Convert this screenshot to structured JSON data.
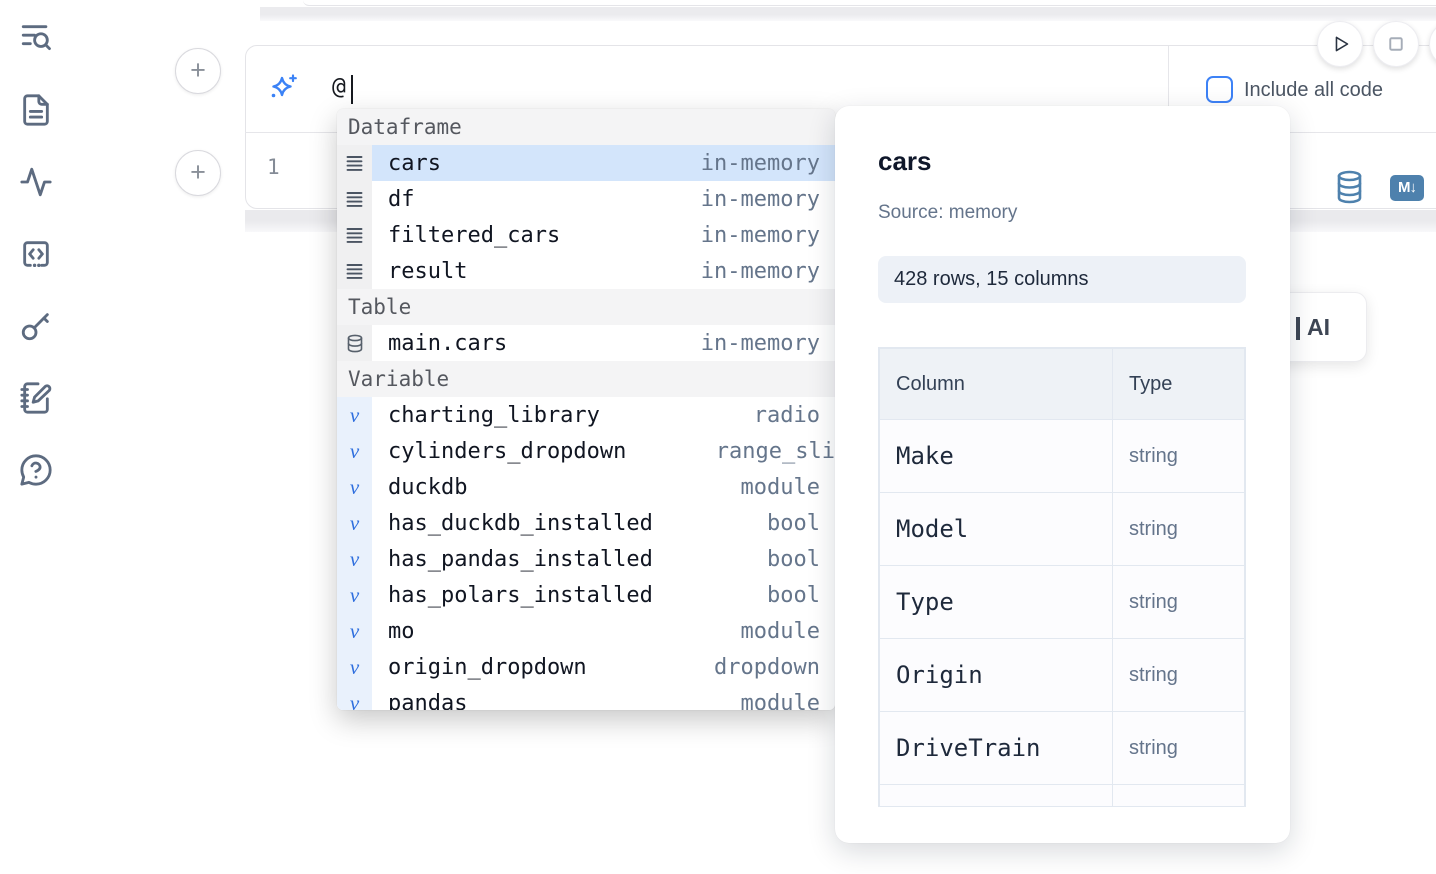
{
  "colors": {
    "accent": "#3b82f6",
    "steel_blue": "#4e81ad",
    "selection_bg": "#d3e5fb",
    "checkbox_border": "#3d82f6"
  },
  "sidebar": {
    "icons": [
      "list-search-icon",
      "document-icon",
      "activity-icon",
      "code-block-icon",
      "key-icon",
      "notebook-pen-icon",
      "help-chat-icon"
    ]
  },
  "prompt_bar": {
    "value": "@",
    "checkbox_label": "Include all code",
    "checkbox_checked": false
  },
  "run_controls": {
    "buttons": [
      "run-button",
      "stop-button",
      "more-button"
    ]
  },
  "editor": {
    "line_number": "1"
  },
  "cell_toolbar": {
    "markdown_badge": "M↓",
    "icons": [
      "database-icon",
      "markdown-icon"
    ]
  },
  "ai_popover": {
    "visible_label": "AI"
  },
  "completion": {
    "sections": [
      {
        "label": "Dataframe",
        "items": [
          {
            "icon": "dataframe-rows-icon",
            "label": "cars",
            "detail": "in-memory",
            "selected": true
          },
          {
            "icon": "dataframe-rows-icon",
            "label": "df",
            "detail": "in-memory",
            "selected": false
          },
          {
            "icon": "dataframe-rows-icon",
            "label": "filtered_cars",
            "detail": "in-memory",
            "selected": false
          },
          {
            "icon": "dataframe-rows-icon",
            "label": "result",
            "detail": "in-memory",
            "selected": false
          }
        ]
      },
      {
        "label": "Table",
        "items": [
          {
            "icon": "database-icon",
            "label": "main.cars",
            "detail": "in-memory",
            "selected": false
          }
        ]
      },
      {
        "label": "Variable",
        "items": [
          {
            "icon": "variable-icon",
            "label": "charting_library",
            "detail": "radio",
            "selected": false
          },
          {
            "icon": "variable-icon",
            "label": "cylinders_dropdown",
            "detail": "range_sli",
            "selected": false
          },
          {
            "icon": "variable-icon",
            "label": "duckdb",
            "detail": "module",
            "selected": false
          },
          {
            "icon": "variable-icon",
            "label": "has_duckdb_installed",
            "detail": "bool",
            "selected": false
          },
          {
            "icon": "variable-icon",
            "label": "has_pandas_installed",
            "detail": "bool",
            "selected": false
          },
          {
            "icon": "variable-icon",
            "label": "has_polars_installed",
            "detail": "bool",
            "selected": false
          },
          {
            "icon": "variable-icon",
            "label": "mo",
            "detail": "module",
            "selected": false
          },
          {
            "icon": "variable-icon",
            "label": "origin_dropdown",
            "detail": "dropdown",
            "selected": false
          },
          {
            "icon": "variable-icon",
            "label": "pandas",
            "detail": "module",
            "selected": false,
            "clipped": true
          }
        ]
      }
    ]
  },
  "preview": {
    "title": "cars",
    "source": "Source: memory",
    "shape": "428 rows, 15 columns",
    "table": {
      "headers": [
        "Column",
        "Type"
      ],
      "rows": [
        [
          "Make",
          "string"
        ],
        [
          "Model",
          "string"
        ],
        [
          "Type",
          "string"
        ],
        [
          "Origin",
          "string"
        ],
        [
          "DriveTrain",
          "string"
        ]
      ]
    }
  }
}
